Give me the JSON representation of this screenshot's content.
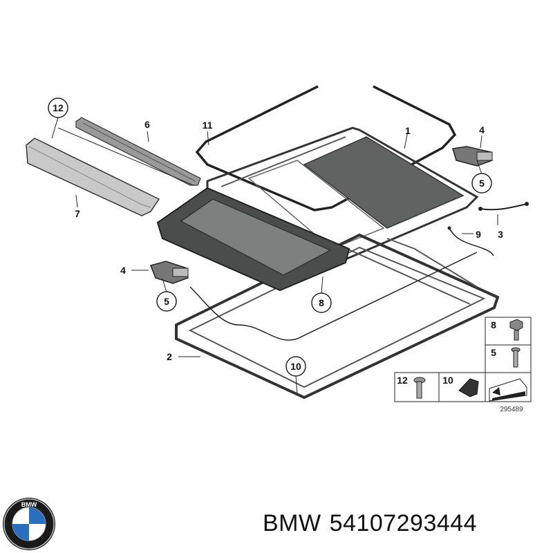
{
  "diagram": {
    "callouts": {
      "c12": "12",
      "c6": "6",
      "c11": "11",
      "c1": "1",
      "c4a": "4",
      "c5a": "5",
      "c7": "7",
      "c9": "9",
      "c3": "3",
      "c4b": "4",
      "c5b": "5",
      "c8": "8",
      "c2": "2",
      "c10": "10"
    },
    "legend": {
      "item8": "8",
      "item5": "5",
      "item12": "12",
      "item10": "10"
    },
    "image_number": "295489"
  },
  "footer": {
    "brand": "BMW",
    "part_number": "54107293444"
  },
  "colors": {
    "line": "#222222",
    "glass": "#6a6e6c",
    "frame": "#3a3a3a"
  }
}
